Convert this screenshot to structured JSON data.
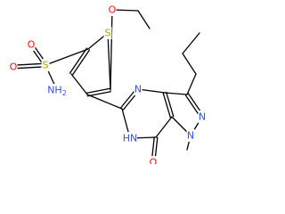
{
  "colors": {
    "bond": "#000000",
    "S": "#b3a100",
    "O": "#ff0d0d",
    "N": "#3050f8",
    "background": "#ffffff"
  },
  "atoms": [
    {
      "id": "S_ring",
      "text": "S",
      "element": "S"
    },
    {
      "id": "O_ether",
      "text": "O",
      "element": "O"
    },
    {
      "id": "S_sulfonyl",
      "text": "S",
      "element": "S"
    },
    {
      "id": "O_s_top",
      "text": "O",
      "element": "O"
    },
    {
      "id": "O_s_left",
      "text": "O",
      "element": "O"
    },
    {
      "id": "NH2",
      "text": "NH",
      "sub": "2",
      "element": "N"
    },
    {
      "id": "N_ring_top",
      "text": "N",
      "element": "N"
    },
    {
      "id": "HN",
      "text": "HN",
      "element": "N"
    },
    {
      "id": "O_carbonyl",
      "text": "O",
      "element": "O"
    },
    {
      "id": "N_methyl",
      "text": "N",
      "element": "N"
    },
    {
      "id": "N_pyrazole",
      "text": "N",
      "element": "N"
    }
  ]
}
